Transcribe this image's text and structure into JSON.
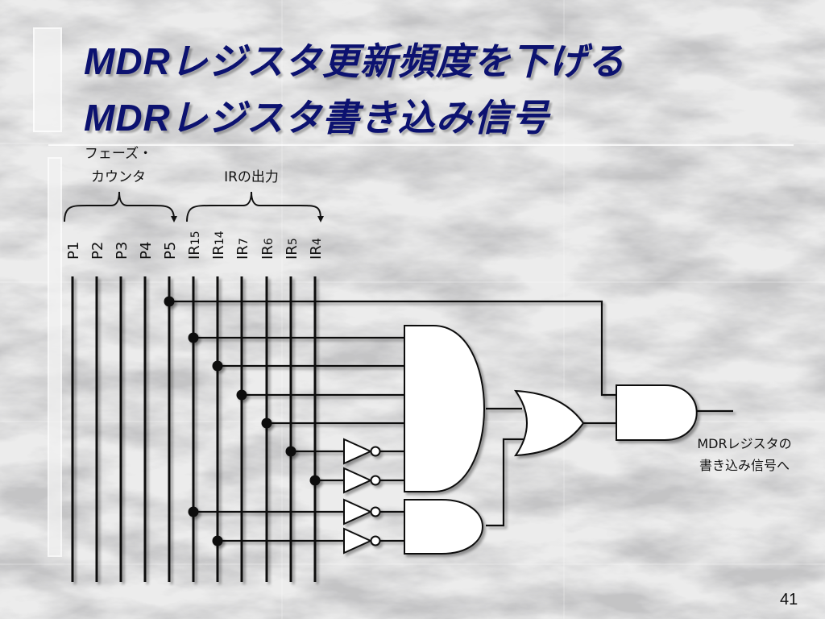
{
  "slide": {
    "title_line1": "MDRレジスタ更新頻度を下げる",
    "title_line2": "MDRレジスタ書き込み信号",
    "page_number": "41"
  },
  "diagram": {
    "phase_counter_label": [
      "フェーズ・",
      "カウンタ"
    ],
    "ir_output_label": "IRの出力",
    "output_label": [
      "MDRレジスタの",
      "書き込み信号へ"
    ],
    "phase_signals": [
      {
        "main": "P1",
        "sub": ""
      },
      {
        "main": "P2",
        "sub": ""
      },
      {
        "main": "P3",
        "sub": ""
      },
      {
        "main": "P4",
        "sub": ""
      },
      {
        "main": "P5",
        "sub": ""
      }
    ],
    "ir_signals": [
      {
        "main": "IR",
        "sub": "15"
      },
      {
        "main": "IR",
        "sub": "14"
      },
      {
        "main": "IR",
        "sub": "7"
      },
      {
        "main": "IR",
        "sub": "6"
      },
      {
        "main": "IR",
        "sub": "5"
      },
      {
        "main": "IR",
        "sub": "4"
      }
    ]
  }
}
